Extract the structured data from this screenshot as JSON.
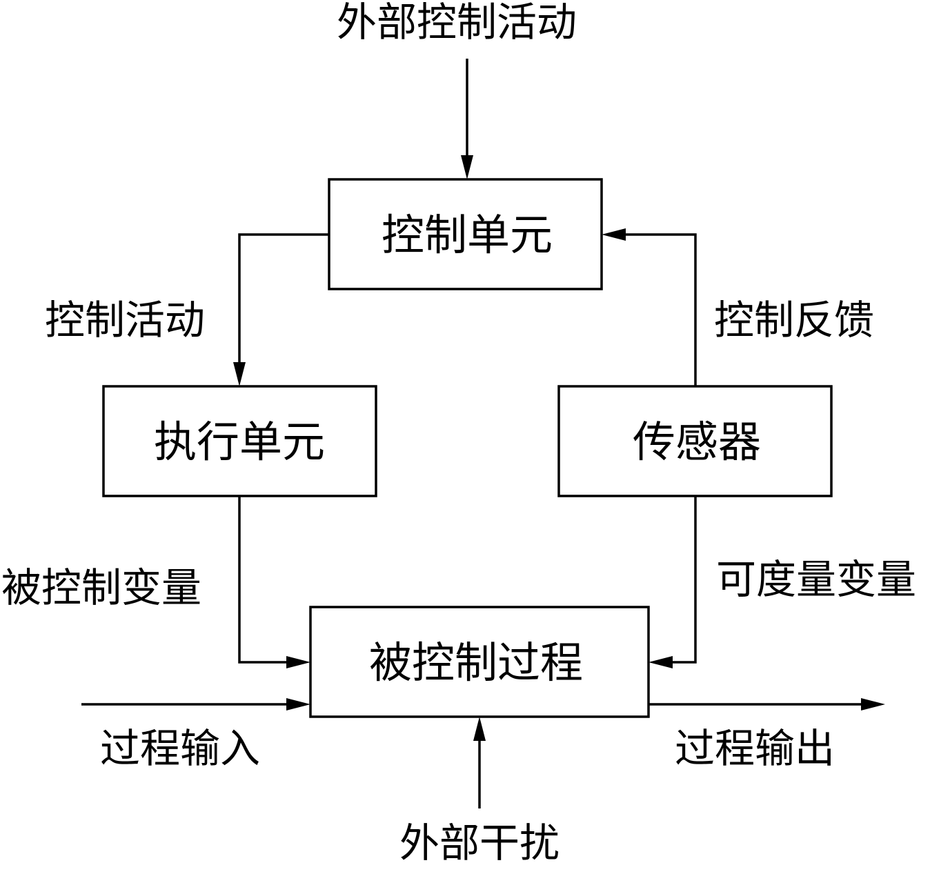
{
  "nodes": {
    "control_unit": "控制单元",
    "actuator": "执行单元",
    "sensor": "传感器",
    "process": "被控制过程"
  },
  "labels": {
    "external_control": "外部控制活动",
    "control_action": "控制活动",
    "control_feedback": "控制反馈",
    "controlled_variable": "被控制变量",
    "measurable_variable": "可度量变量",
    "process_input": "过程输入",
    "process_output": "过程输出",
    "disturbance": "外部干扰"
  }
}
